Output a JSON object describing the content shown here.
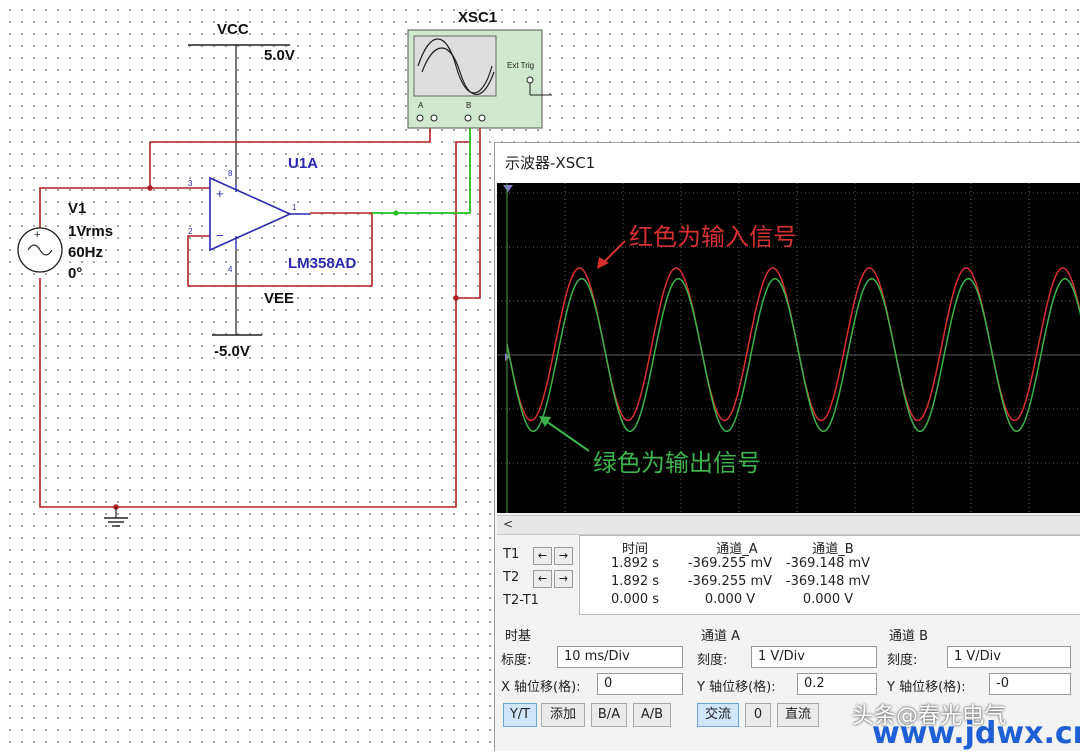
{
  "schematic": {
    "vcc_label": "VCC",
    "vcc_value": "5.0V",
    "vee_label": "VEE",
    "vee_value": "-5.0V",
    "opamp_ref": "U1A",
    "opamp_model": "LM358AD",
    "pin_labels": [
      "3",
      "2",
      "1",
      "8",
      "4"
    ],
    "plus_sign": "+",
    "minus_sign": "−",
    "source": {
      "ref": "V1",
      "amplitude": "1Vrms",
      "frequency": "60Hz",
      "phase": "0°"
    },
    "scope_ref": "XSC1",
    "scope_ext_trig": "Ext Trig",
    "scope_ch_a": "A",
    "scope_ch_b": "B",
    "wire_colors": {
      "wire": "#b22222",
      "probe_b": "#22c022",
      "scope_body": "#cfe8cf"
    }
  },
  "oscilloscope": {
    "title": "示波器-XSC1",
    "annotation_red": "红色为输入信号",
    "annotation_green": "绿色为输出信号",
    "colors": {
      "channel_a": "#d63030",
      "channel_b": "#3cb44b",
      "grid": "#5a5a5a"
    },
    "scroll_left": "<",
    "cursors": {
      "t1": "T1",
      "t2": "T2",
      "t2t1": "T2-T1",
      "arrow_left": "←",
      "arrow_right": "→"
    },
    "table": {
      "headers": [
        "时间",
        "通道_A",
        "通道_B"
      ],
      "rows": [
        [
          "1.892 s",
          "-369.255 mV",
          "-369.148 mV"
        ],
        [
          "1.892 s",
          "-369.255 mV",
          "-369.148 mV"
        ],
        [
          "0.000 s",
          "0.000 V",
          "0.000 V"
        ]
      ]
    },
    "timebase": {
      "title": "时基",
      "scale_label": "标度:",
      "scale_value": "10 ms/Div",
      "xpos_label": "X 轴位移(格):",
      "xpos_value": "0",
      "buttons": [
        "Y/T",
        "添加",
        "B/A",
        "A/B"
      ]
    },
    "channel_a": {
      "title": "通道 A",
      "scale_label": "刻度:",
      "scale_value": "1  V/Div",
      "ypos_label": "Y 轴位移(格):",
      "ypos_value": "0.2",
      "buttons": [
        "交流",
        "0",
        "直流"
      ]
    },
    "channel_b": {
      "title": "通道 B",
      "scale_label": "刻度:",
      "scale_value": "1  V/Div",
      "ypos_label": "Y 轴位移(格):",
      "ypos_value": "-0"
    },
    "chart_data": {
      "type": "line",
      "xlabel": "",
      "ylabel": "",
      "time_per_div_ms": 10,
      "volts_per_div": 1,
      "frequency_hz": 60,
      "grid": true,
      "series": [
        {
          "amplitude_v": 1.414,
          "offset_div": 0.2,
          "phase_deg": 0
        },
        {
          "amplitude_v": 1.414,
          "offset_div": 0,
          "phase_deg": -8
        }
      ]
    }
  },
  "watermark": {
    "line1": "头条@春光电气",
    "line2": "www.jdwx.cn"
  }
}
